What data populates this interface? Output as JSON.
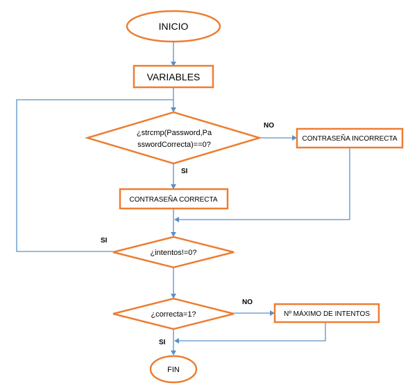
{
  "nodes": {
    "inicio": "INICIO",
    "variables": "VARIABLES",
    "decision_password": [
      "¿strcmp(Password,Pa",
      "sswordCorrecta)==0?"
    ],
    "incorrecta": "CONTRASEÑA INCORRECTA",
    "correcta": "CONTRASEÑA CORRECTA",
    "decision_intentos": "¿intentos!=0?",
    "decision_correcta": "¿correcta=1?",
    "maximo": "Nº MÁXIMO DE INTENTOS",
    "fin": "FIN"
  },
  "edge_labels": {
    "password_no": "NO",
    "password_si": "SI",
    "intentos_si": "SI",
    "correcta_no": "NO",
    "correcta_si": "SI"
  },
  "colors": {
    "shape_border": "#ed7d31",
    "connector": "#5b8fc7",
    "text": "#000000"
  }
}
